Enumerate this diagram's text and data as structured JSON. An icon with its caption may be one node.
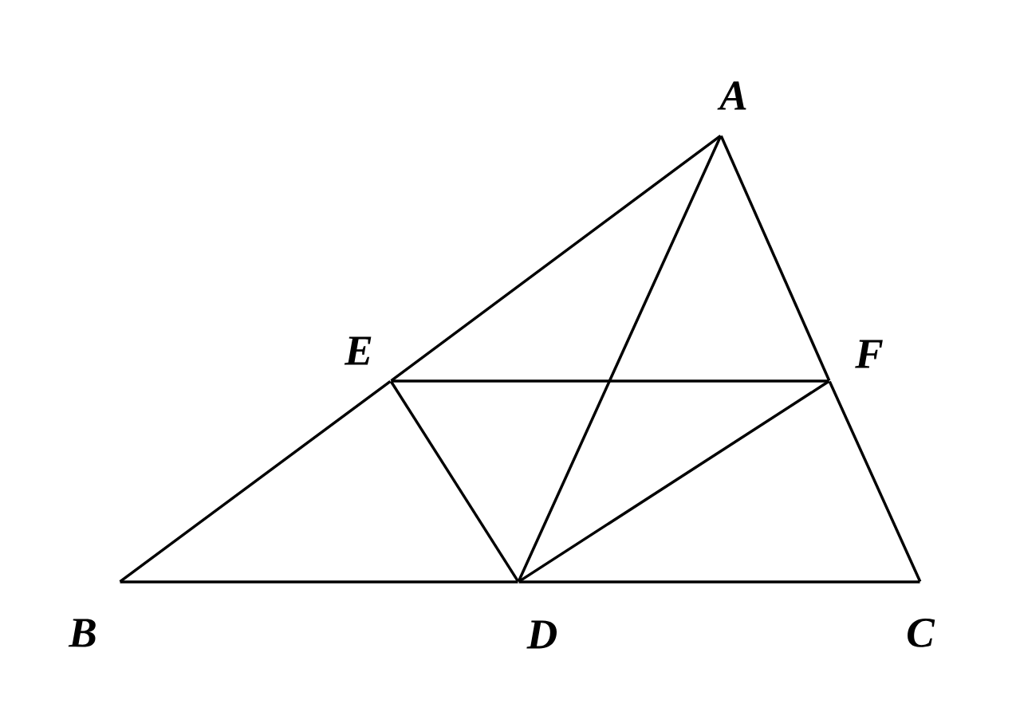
{
  "diagram": {
    "nodes": [
      {
        "text": [
          "A"
        ]
      },
      {
        "text": [
          "B"
        ]
      },
      {
        "text": [
          "C"
        ]
      },
      {
        "text": [
          "D"
        ]
      },
      {
        "text": [
          "E"
        ]
      },
      {
        "text": [
          "F"
        ]
      }
    ],
    "edges": [
      {
        "from": 0,
        "to": 4,
        "arrow": "none"
      },
      {
        "from": 4,
        "to": 1,
        "arrow": "none"
      },
      {
        "from": 0,
        "to": 5,
        "arrow": "none"
      },
      {
        "from": 5,
        "to": 2,
        "arrow": "none"
      },
      {
        "from": 1,
        "to": 3,
        "arrow": "none"
      },
      {
        "from": 3,
        "to": 2,
        "arrow": "none"
      },
      {
        "from": 0,
        "to": 3,
        "arrow": "none"
      },
      {
        "from": 4,
        "to": 5,
        "arrow": "none"
      },
      {
        "from": 4,
        "to": 3,
        "arrow": "none"
      },
      {
        "from": 3,
        "to": 5,
        "arrow": "none"
      }
    ]
  }
}
